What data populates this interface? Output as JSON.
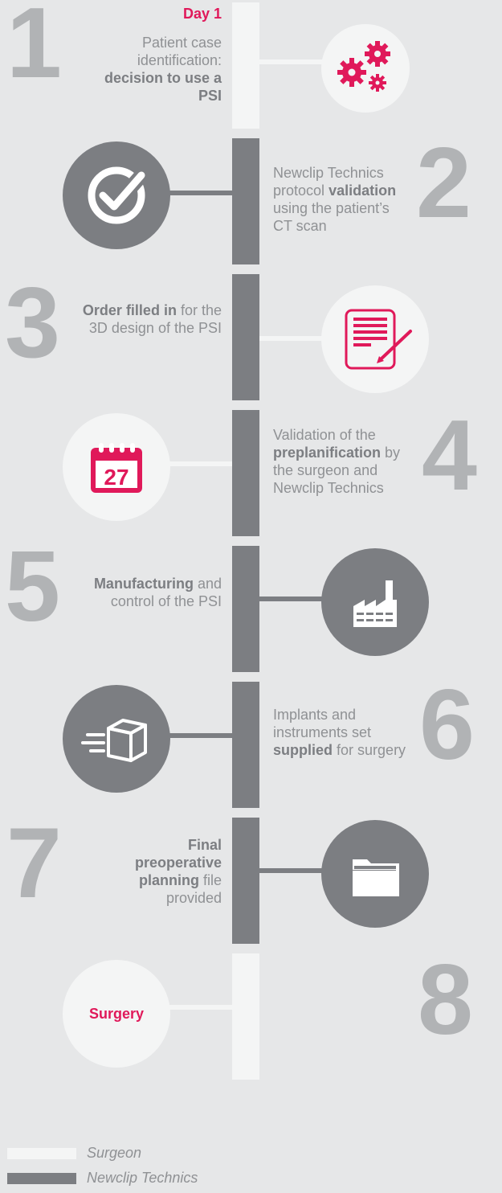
{
  "steps": [
    {
      "number": "1",
      "day": "Day 1",
      "text_pre": "Patient case identification:",
      "text_bold": "decision to use a PSI",
      "text_post": "",
      "actor": "Surgeon"
    },
    {
      "number": "2",
      "text_pre": "Newclip Technics protocol",
      "text_bold": "validation",
      "text_post": "using the patient’s CT scan",
      "actor": "Newclip Technics"
    },
    {
      "number": "3",
      "text_pre": "",
      "text_bold": "Order filled in",
      "text_post": "for the 3D design of the PSI",
      "actor": "Newclip Technics"
    },
    {
      "number": "4",
      "text_pre": "Validation of the",
      "text_bold": "preplanification",
      "text_post": "by the surgeon and Newclip Technics",
      "actor": "Newclip Technics",
      "calendar_day": "27"
    },
    {
      "number": "5",
      "text_pre": "",
      "text_bold": "Manufacturing",
      "text_post": "and control of the PSI",
      "actor": "Newclip Technics"
    },
    {
      "number": "6",
      "text_pre": "Implants and instruments set",
      "text_bold": "supplied",
      "text_post": "for surgery",
      "actor": "Newclip Technics"
    },
    {
      "number": "7",
      "text_pre": "",
      "text_bold": "Final preoperative planning",
      "text_post": "file provided",
      "actor": "Newclip Technics"
    },
    {
      "number": "8",
      "label": "Surgery",
      "actor": "Surgeon"
    }
  ],
  "legend": [
    {
      "label": "Surgeon",
      "color": "#f4f5f5"
    },
    {
      "label": "Newclip Technics",
      "color": "#7c7e82"
    }
  ],
  "colors": {
    "accent": "#e0195a",
    "dark": "#7c7e82",
    "light": "#f4f5f5",
    "number": "#b1b3b5",
    "background": "#e6e7e8"
  }
}
